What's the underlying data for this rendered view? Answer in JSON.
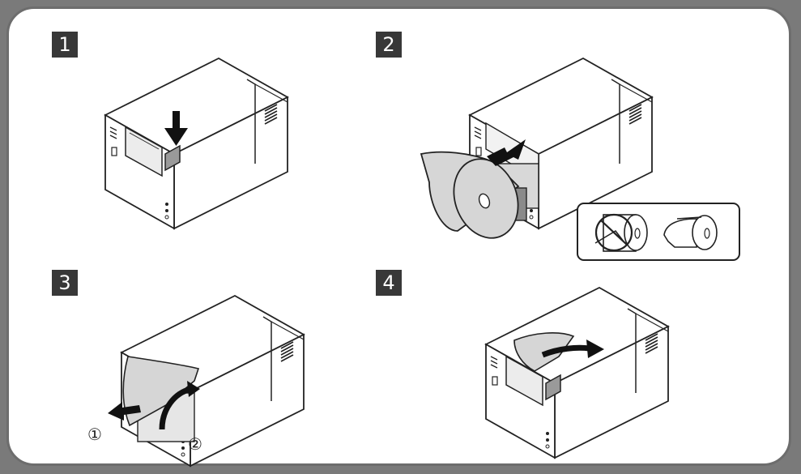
{
  "steps": [
    {
      "number": "1"
    },
    {
      "number": "2"
    },
    {
      "number": "3"
    },
    {
      "number": "4"
    }
  ],
  "substeps": [
    {
      "label": "①"
    },
    {
      "label": "②"
    }
  ],
  "icons": [
    "arrow-down-icon",
    "arrow-right-icon",
    "prohibited-icon",
    "paper-roll-icon",
    "curved-arrow-icon",
    "arrow-left-icon"
  ]
}
